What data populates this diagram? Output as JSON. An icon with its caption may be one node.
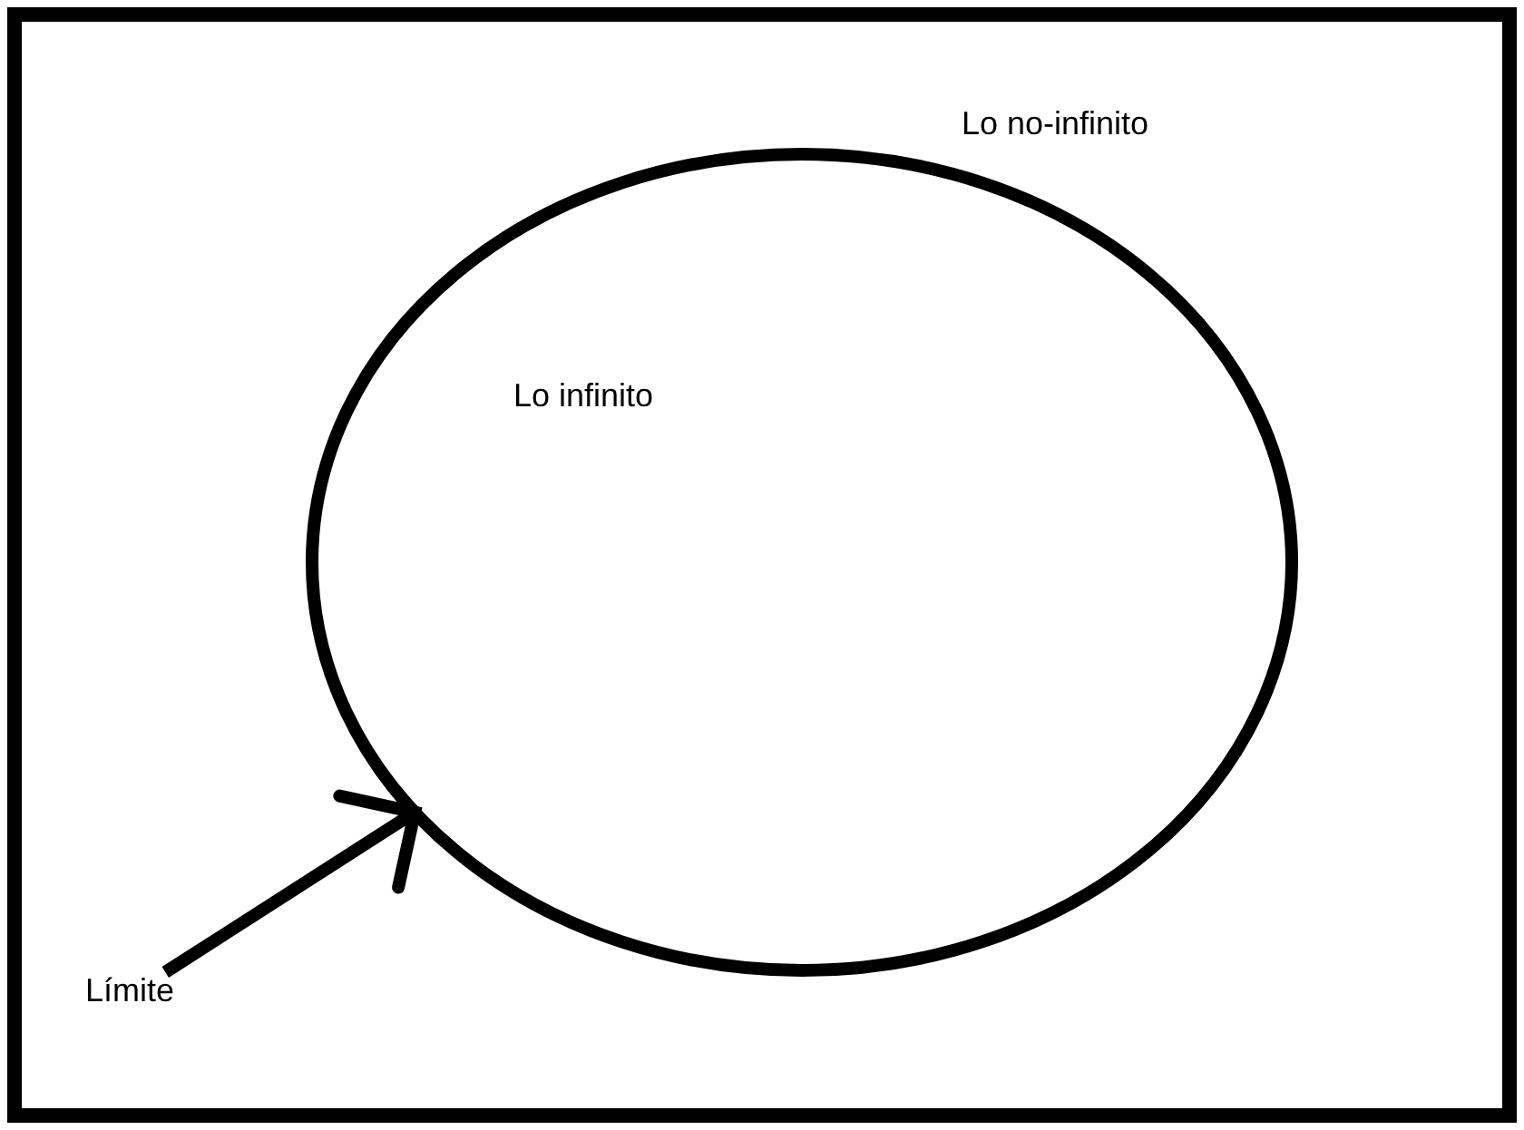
{
  "diagram": {
    "nodes": [
      {
        "text": [
          "Lo no-infinito"
        ]
      },
      {
        "text": [
          "Lo infinito"
        ],
        "in": 0
      },
      {
        "text": [
          "Límite"
        ],
        "in": 0
      }
    ],
    "edges": [
      {
        "from": 2,
        "to": 1,
        "arrow": "to"
      }
    ]
  }
}
